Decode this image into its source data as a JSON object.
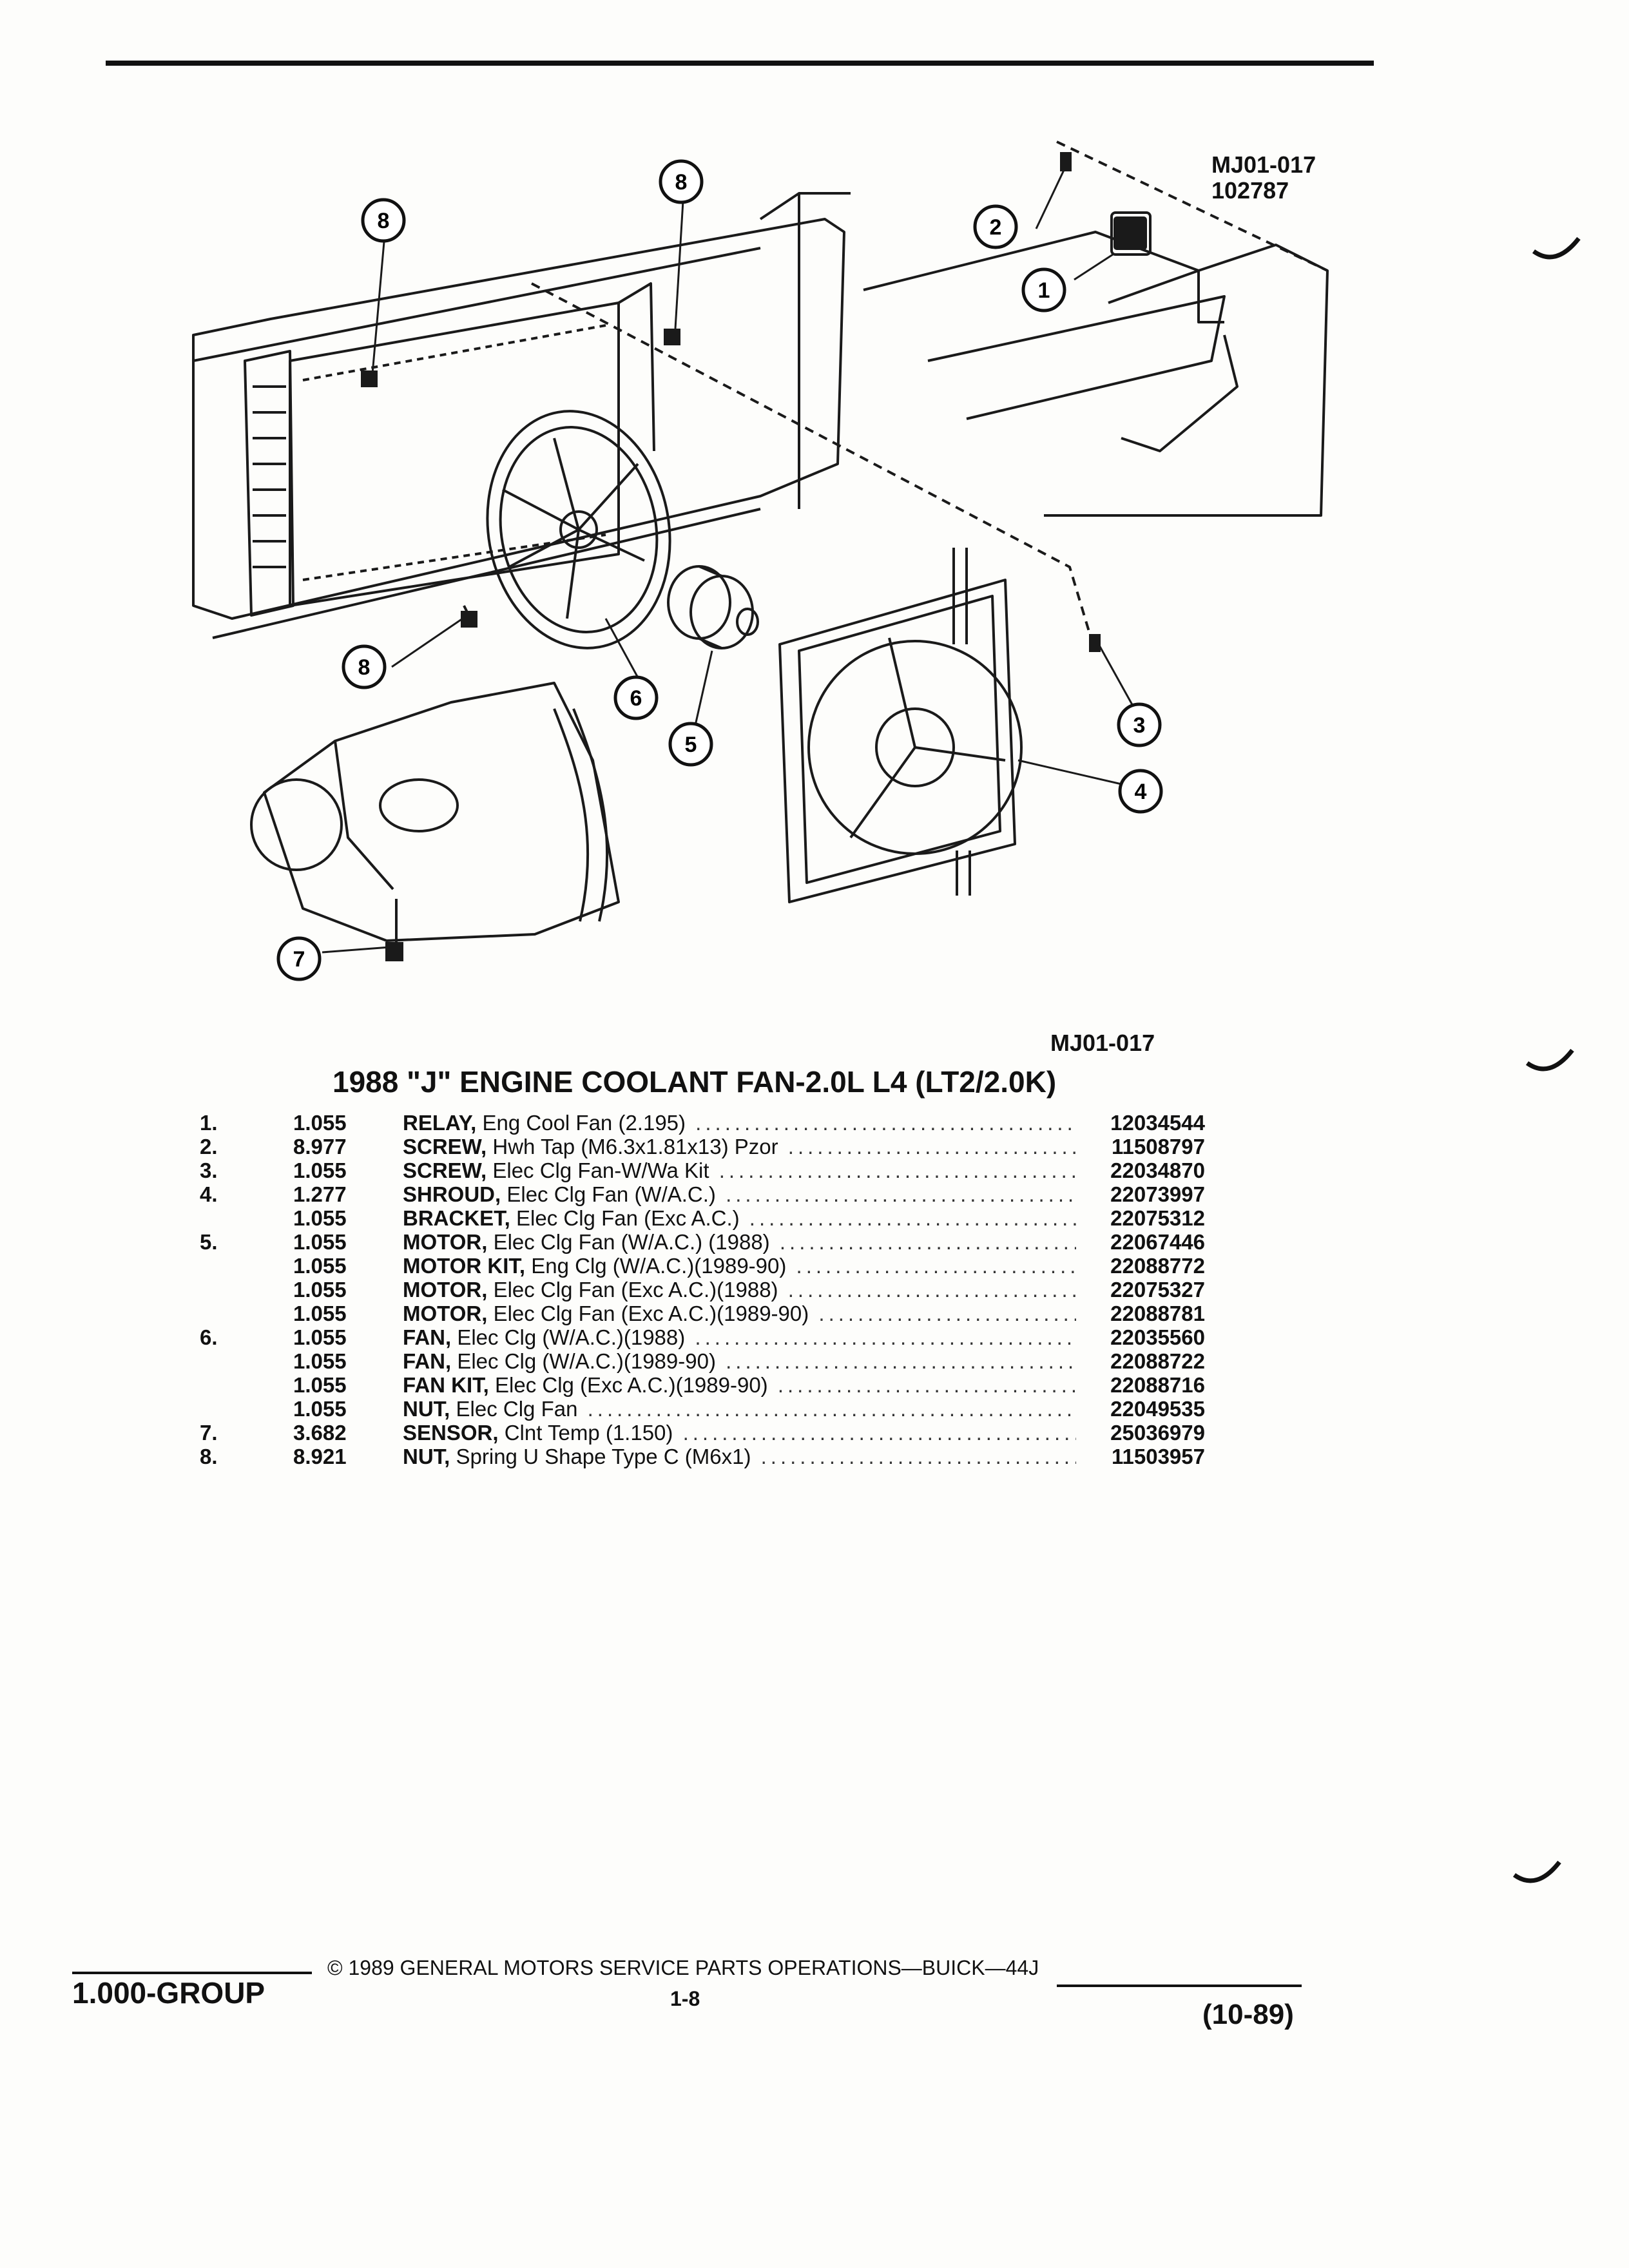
{
  "figure": {
    "code": "MJ01-017",
    "ref_number": "102787",
    "callouts": [
      "1",
      "2",
      "3",
      "4",
      "5",
      "6",
      "7",
      "8",
      "8",
      "8"
    ]
  },
  "caption_code": "MJ01-017",
  "table": {
    "title": "1988 \"J\" ENGINE COOLANT FAN-2.0L L4 (LT2/2.0K)",
    "rows": [
      {
        "num": "1.",
        "group": "1.055",
        "name": "RELAY,",
        "detail": "Eng Cool Fan (2.195)",
        "part": "12034544"
      },
      {
        "num": "2.",
        "group": "8.977",
        "name": "SCREW,",
        "detail": "Hwh Tap (M6.3x1.81x13) Pzor",
        "part": "11508797"
      },
      {
        "num": "3.",
        "group": "1.055",
        "name": "SCREW,",
        "detail": "Elec Clg Fan-W/Wa Kit",
        "part": "22034870"
      },
      {
        "num": "4.",
        "group": "1.277",
        "name": "SHROUD,",
        "detail": "Elec Clg Fan (W/A.C.)",
        "part": "22073997"
      },
      {
        "num": "",
        "group": "1.055",
        "name": "BRACKET,",
        "detail": "Elec Clg Fan (Exc A.C.)",
        "part": "22075312"
      },
      {
        "num": "5.",
        "group": "1.055",
        "name": "MOTOR,",
        "detail": "Elec Clg Fan (W/A.C.) (1988)",
        "part": "22067446"
      },
      {
        "num": "",
        "group": "1.055",
        "name": "MOTOR KIT,",
        "detail": "Eng Clg (W/A.C.)(1989-90)",
        "part": "22088772"
      },
      {
        "num": "",
        "group": "1.055",
        "name": "MOTOR,",
        "detail": "Elec Clg Fan (Exc A.C.)(1988)",
        "part": "22075327"
      },
      {
        "num": "",
        "group": "1.055",
        "name": "MOTOR,",
        "detail": "Elec Clg Fan (Exc A.C.)(1989-90)",
        "part": "22088781"
      },
      {
        "num": "6.",
        "group": "1.055",
        "name": "FAN,",
        "detail": "Elec Clg (W/A.C.)(1988)",
        "part": "22035560"
      },
      {
        "num": "",
        "group": "1.055",
        "name": "FAN,",
        "detail": "Elec Clg (W/A.C.)(1989-90)",
        "part": "22088722"
      },
      {
        "num": "",
        "group": "1.055",
        "name": "FAN KIT,",
        "detail": "Elec Clg (Exc A.C.)(1989-90)",
        "part": "22088716"
      },
      {
        "num": "",
        "group": "1.055",
        "name": "NUT,",
        "detail": "Elec Clg Fan",
        "part": "22049535"
      },
      {
        "num": "7.",
        "group": "3.682",
        "name": "SENSOR,",
        "detail": "Clnt Temp (1.150)",
        "part": "25036979"
      },
      {
        "num": "8.",
        "group": "8.921",
        "name": "NUT,",
        "detail": "Spring U Shape Type C (M6x1)",
        "part": "11503957"
      }
    ]
  },
  "footer": {
    "group": "1.000-GROUP",
    "copyright": "© 1989 GENERAL MOTORS SERVICE PARTS OPERATIONS—BUICK—44J",
    "page": "1-8",
    "date": "(10-89)"
  }
}
